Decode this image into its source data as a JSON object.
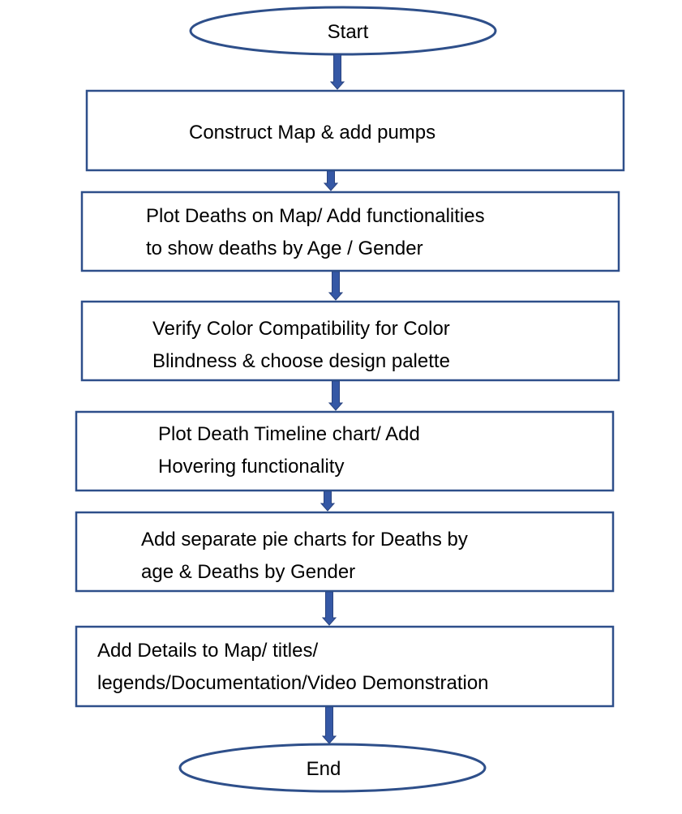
{
  "diagram": {
    "colors": {
      "outline": "#2E4F8A",
      "arrow": "#3558A5",
      "arrow_edge": "#2A4480",
      "fill": "#FFFFFF",
      "text": "#000000"
    },
    "start": {
      "label": "Start"
    },
    "steps": [
      {
        "lines": [
          "Construct Map & add pumps"
        ]
      },
      {
        "lines": [
          "Plot Deaths on Map/ Add functionalities",
          "to show deaths by Age / Gender"
        ]
      },
      {
        "lines": [
          "Verify Color Compatibility for Color",
          "Blindness & choose design palette"
        ]
      },
      {
        "lines": [
          "Plot Death Timeline chart/ Add",
          "Hovering functionality"
        ]
      },
      {
        "lines": [
          "Add separate pie charts for Deaths by",
          "age & Deaths by Gender"
        ]
      },
      {
        "lines": [
          "Add Details to Map/ titles/",
          "legends/Documentation/Video Demonstration"
        ]
      }
    ],
    "end": {
      "label": "End"
    }
  }
}
